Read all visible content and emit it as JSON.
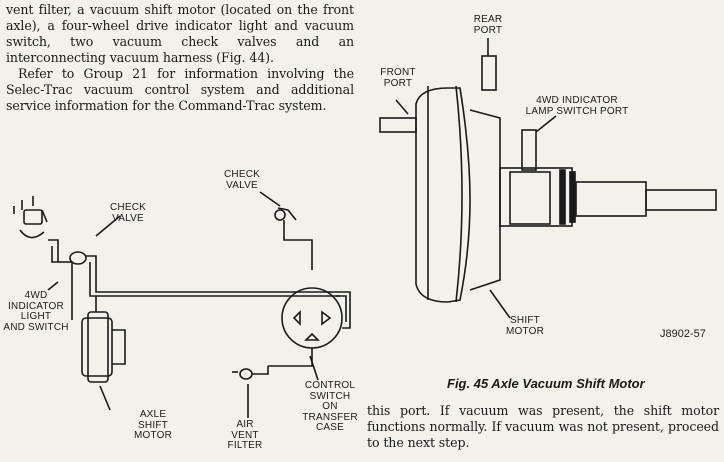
{
  "left_column": {
    "paragraph1": "vent filter, a vacuum shift motor (located on the front axle), a four-wheel drive indicator light and vacuum switch, two vacuum check valves and an interconnecting vacuum harness (Fig. 44).",
    "paragraph2": "Refer to Group 21 for information involving the Selec-Trac vacuum control system and additional service information for the Command-Trac system."
  },
  "fig44_labels": {
    "check_valve_top": "CHECK\nVALVE",
    "check_valve_left": "CHECK\nVALVE",
    "indicator": "4WD\nINDICATOR\nLIGHT\nAND SWITCH",
    "axle_motor": "AXLE\nSHIFT\nMOTOR",
    "air_vent": "AIR\nVENT\nFILTER",
    "control_switch": "CONTROL\nSWITCH\nON\nTRANSFER\nCASE"
  },
  "fig45_labels": {
    "rear_port": "REAR\nPORT",
    "front_port": "FRONT\nPORT",
    "indicator_port": "4WD INDICATOR\nLAMP SWITCH PORT",
    "shift_motor": "SHIFT\nMOTOR",
    "figure_id": "J8902-57"
  },
  "fig45_caption": "Fig. 45 Axle Vacuum Shift Motor",
  "right_column": {
    "paragraph": "this port. If vacuum was present, the shift motor functions normally. If vacuum was not present, proceed to the next step."
  }
}
